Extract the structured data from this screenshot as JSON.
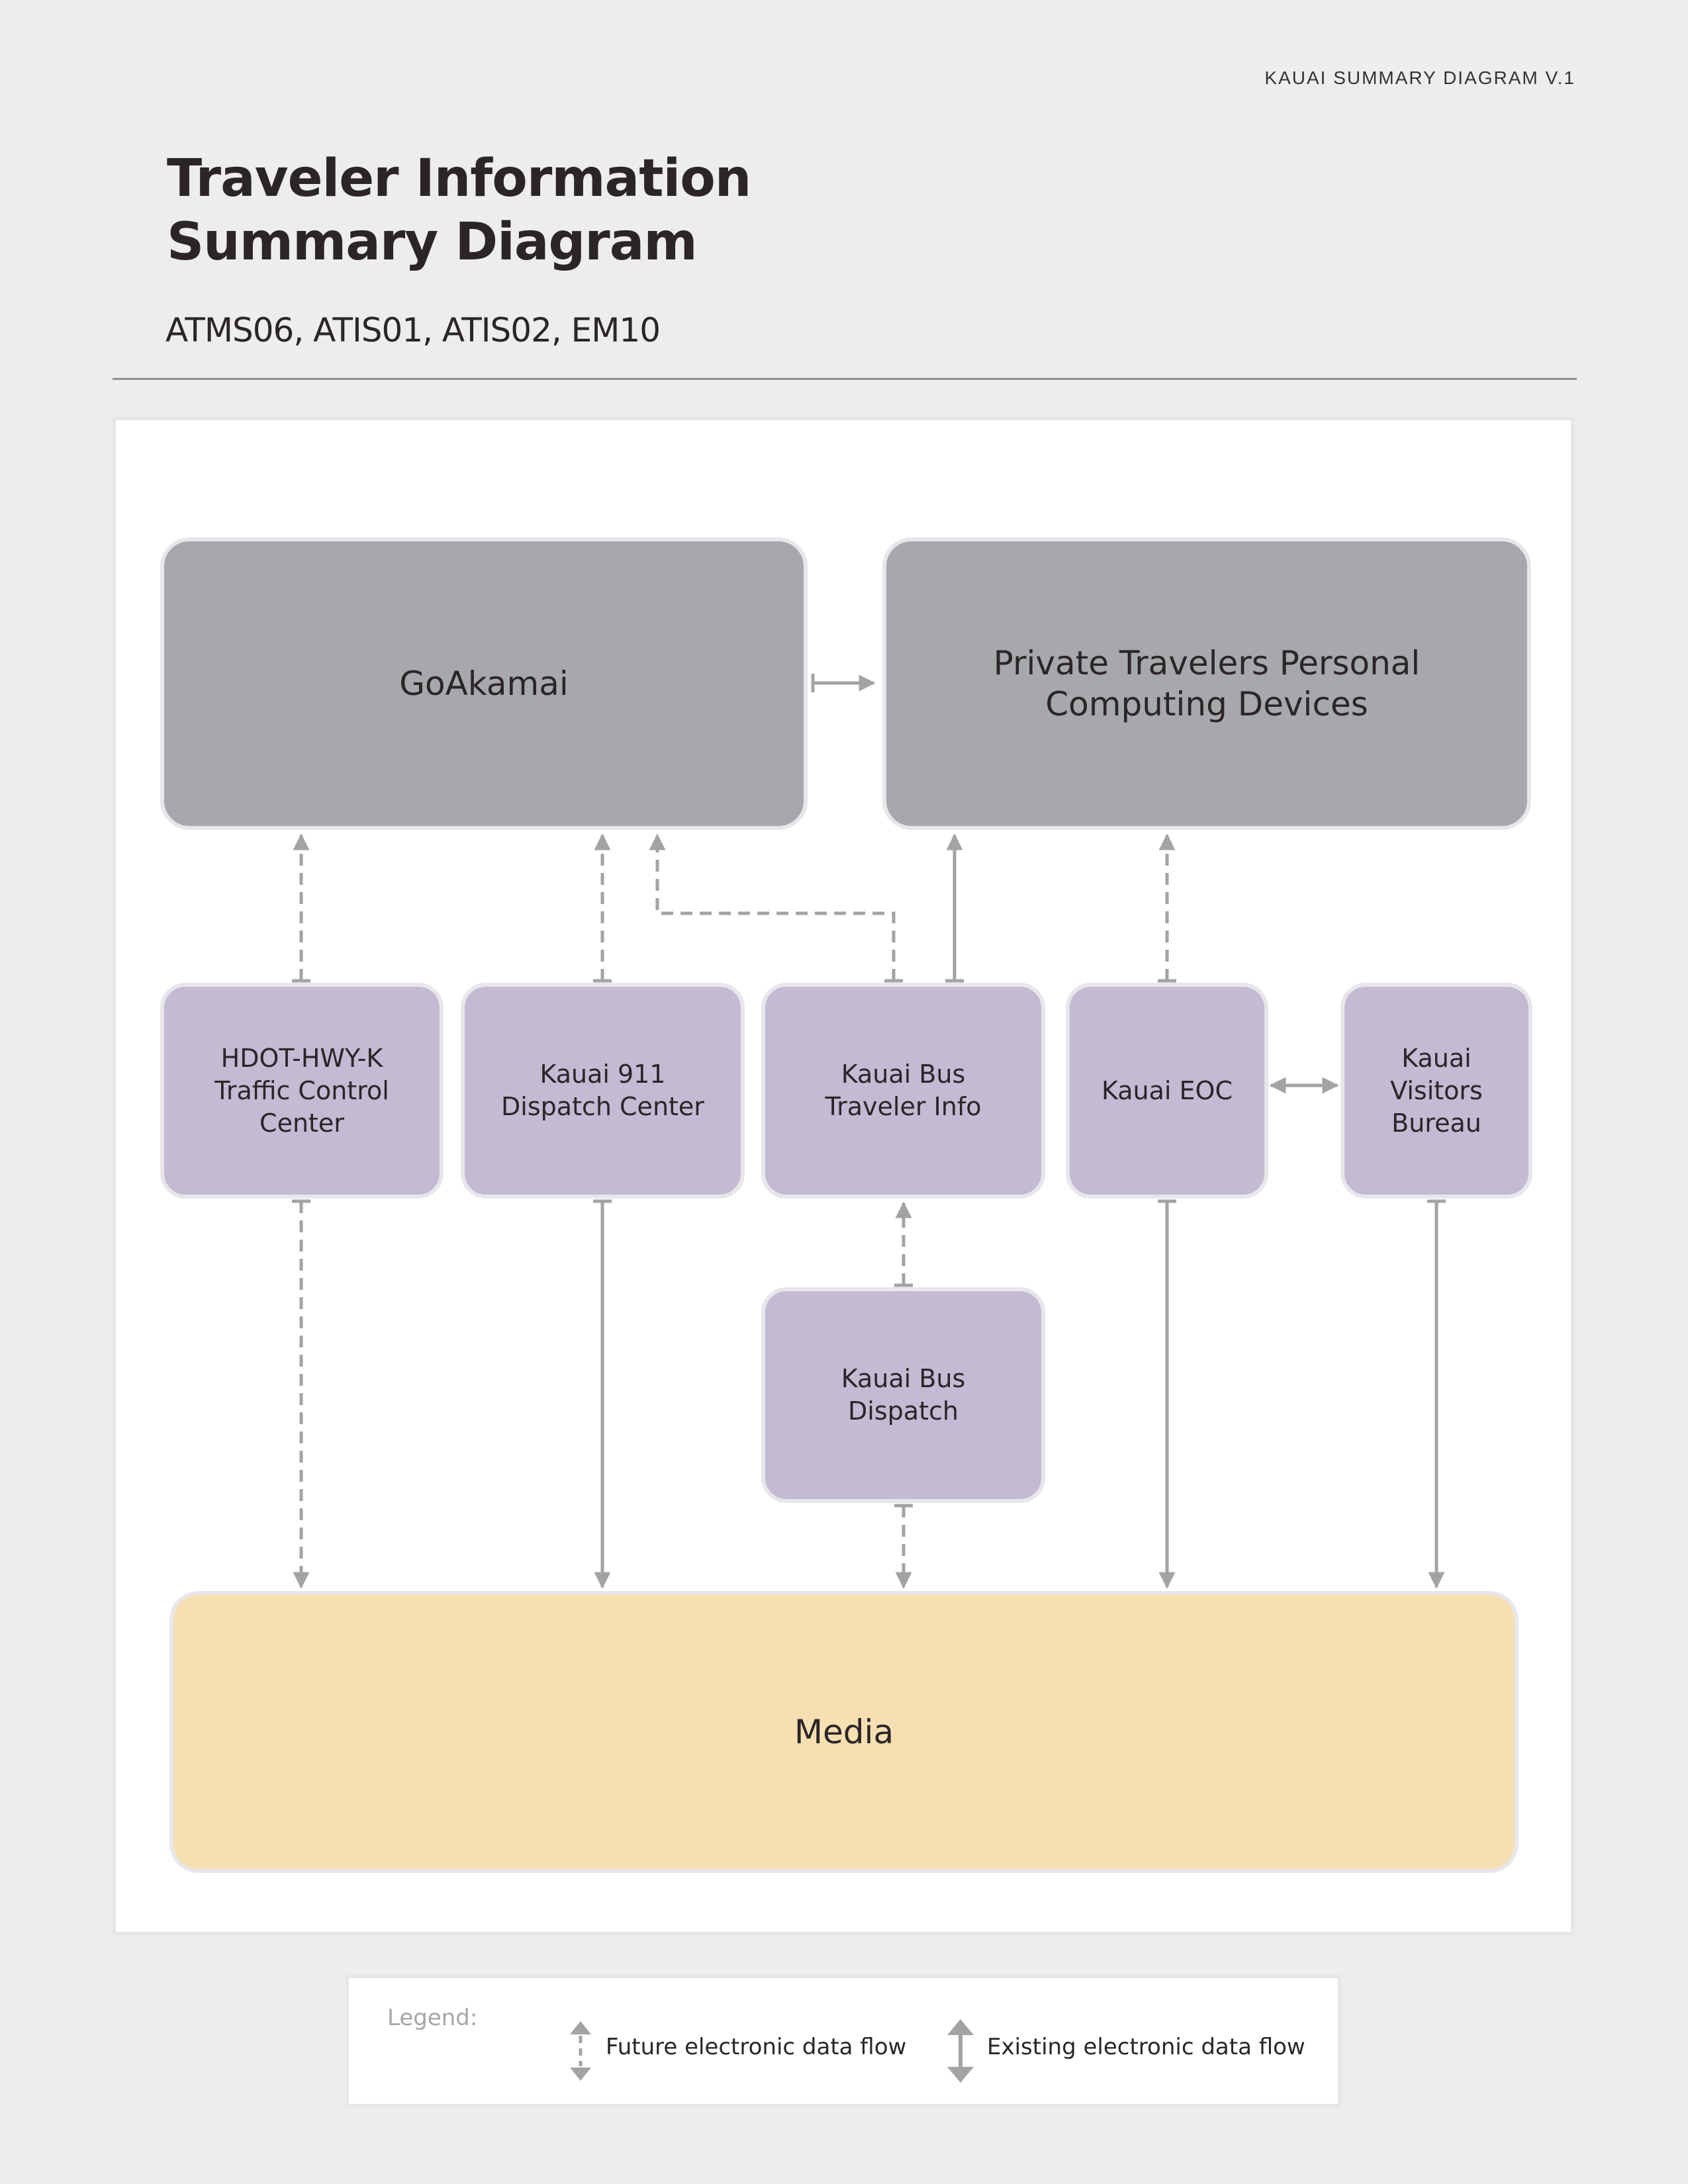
{
  "header": {
    "doc_label": "KAUAI SUMMARY DIAGRAM V.1",
    "title_line1": "Traveler Information",
    "title_line2": "Summary Diagram",
    "subtitle": "ATMS06, ATIS01, ATIS02, EM10"
  },
  "nodes": {
    "goakamai": "GoAkamai",
    "private_devices": "Private Travelers Personal\nComputing Devices",
    "hdot": "HDOT-HWY-K\nTraffic Control\nCenter",
    "kauai_911": "Kauai 911\nDispatch Center",
    "bus_traveler_info": "Kauai Bus\nTraveler Info",
    "kauai_eoc": "Kauai EOC",
    "visitors_bureau": "Kauai\nVisitors\nBureau",
    "bus_dispatch": "Kauai Bus\nDispatch",
    "media": "Media"
  },
  "flows": [
    {
      "from": "GoAkamai",
      "to": "Private Travelers Personal Computing Devices",
      "type": "existing"
    },
    {
      "from": "HDOT-HWY-K Traffic Control Center",
      "to": "GoAkamai",
      "type": "future"
    },
    {
      "from": "Kauai 911 Dispatch Center",
      "to": "GoAkamai",
      "type": "future"
    },
    {
      "from": "Kauai Bus Traveler Info",
      "to": "GoAkamai",
      "type": "future"
    },
    {
      "from": "Kauai Bus Traveler Info",
      "to": "Private Travelers Personal Computing Devices",
      "type": "existing"
    },
    {
      "from": "Kauai EOC",
      "to": "Private Travelers Personal Computing Devices",
      "type": "future"
    },
    {
      "from": "Kauai EOC",
      "to": "Kauai Visitors Bureau",
      "type": "existing",
      "bidirectional": true
    },
    {
      "from": "Kauai Bus Dispatch",
      "to": "Kauai Bus Traveler Info",
      "type": "future"
    },
    {
      "from": "HDOT-HWY-K Traffic Control Center",
      "to": "Media",
      "type": "future"
    },
    {
      "from": "Kauai 911 Dispatch Center",
      "to": "Media",
      "type": "existing"
    },
    {
      "from": "Kauai Bus Dispatch",
      "to": "Media",
      "type": "future"
    },
    {
      "from": "Kauai EOC",
      "to": "Media",
      "type": "existing"
    },
    {
      "from": "Kauai Visitors Bureau",
      "to": "Media",
      "type": "existing"
    }
  ],
  "legend": {
    "title": "Legend:",
    "future_label": "Future electronic data flow",
    "existing_label": "Existing electronic data flow"
  },
  "colors": {
    "gray_node": "#a7a8ab",
    "purple_node": "#c2bbd3",
    "media_node": "#f6dfb1",
    "connector": "#a3a3a3"
  }
}
